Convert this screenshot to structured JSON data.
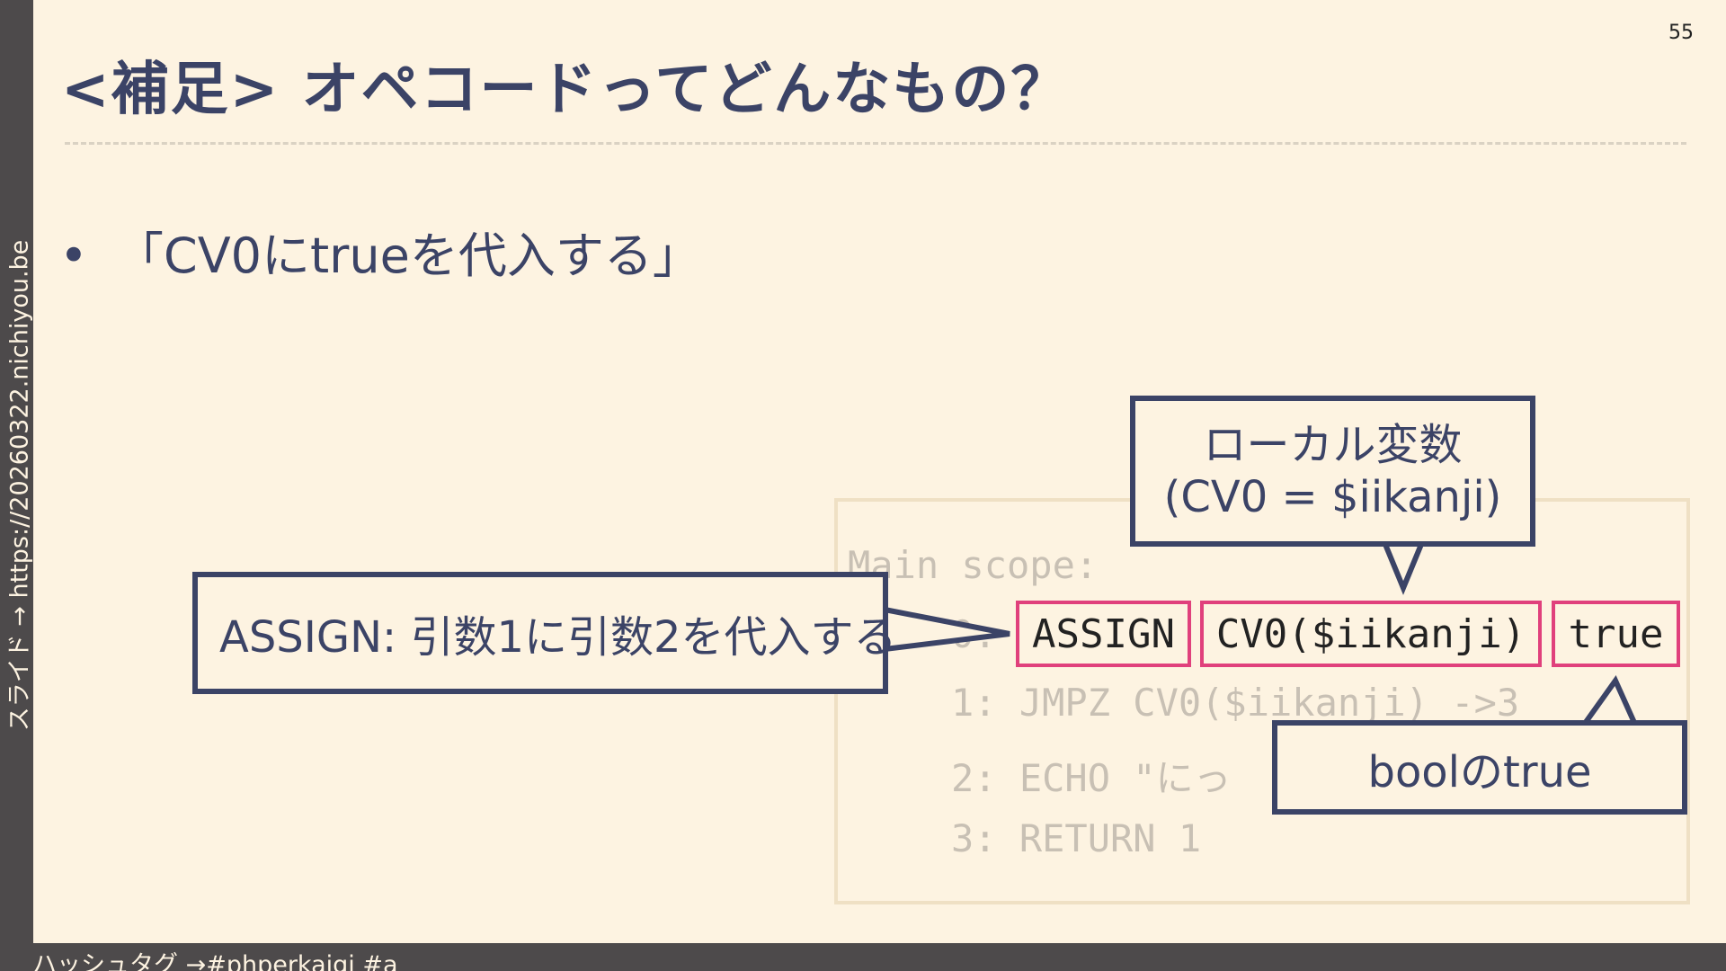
{
  "page_number": "55",
  "title": "<補足> オペコードってどんなもの？",
  "bullet": {
    "marker": "•",
    "text": "「CV0にtrueを代入する」"
  },
  "sidebar": {
    "text": "スライド → https://20260322.nichiyou.be"
  },
  "footer": {
    "text": "ハッシュタグ →#phperkaigi #a"
  },
  "code": {
    "lines": [
      "Main scope:",
      "0:",
      "1: JMPZ CV0($iikanji) ->3",
      "2: ECHO \"にっ",
      "3: RETURN 1"
    ],
    "highlights": [
      "ASSIGN",
      "CV0($iikanji)",
      "true"
    ]
  },
  "callouts": {
    "local_var_line1": "ローカル変数",
    "local_var_line2": "(CV0 = $iikanji)",
    "assign": "ASSIGN: 引数1に引数2を代入する",
    "bool": "boolのtrue"
  },
  "colors": {
    "background": "#fdf3e1",
    "sidebar": "#4d4a4b",
    "accent_text": "#3b4366",
    "highlight_border": "#e0407c"
  }
}
